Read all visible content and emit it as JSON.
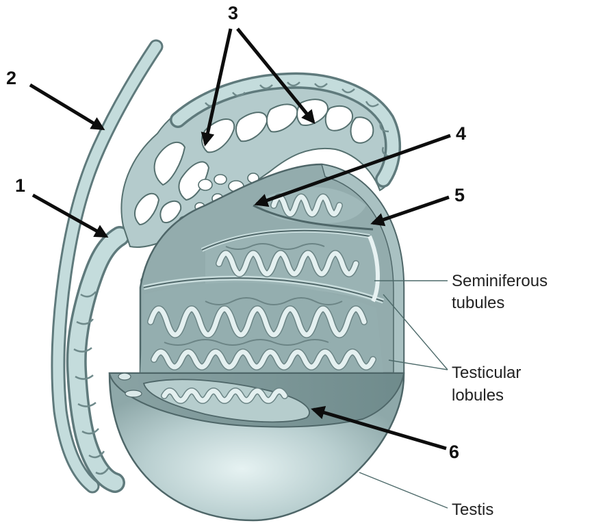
{
  "numbers": {
    "n1": "1",
    "n2": "2",
    "n3": "3",
    "n4": "4",
    "n5": "5",
    "n6": "6"
  },
  "labels": {
    "seminiferous_line1": "Seminiferous",
    "seminiferous_line2": "tubules",
    "testicular_line1": "Testicular",
    "testicular_line2": "lobules",
    "testis": "Testis"
  },
  "colors": {
    "tissue_light": "#d7e6e6",
    "tissue_mid": "#a9c1c2",
    "tissue_dark": "#7d9798",
    "outline": "#4e6668",
    "arrow": "#0d0d0d"
  }
}
